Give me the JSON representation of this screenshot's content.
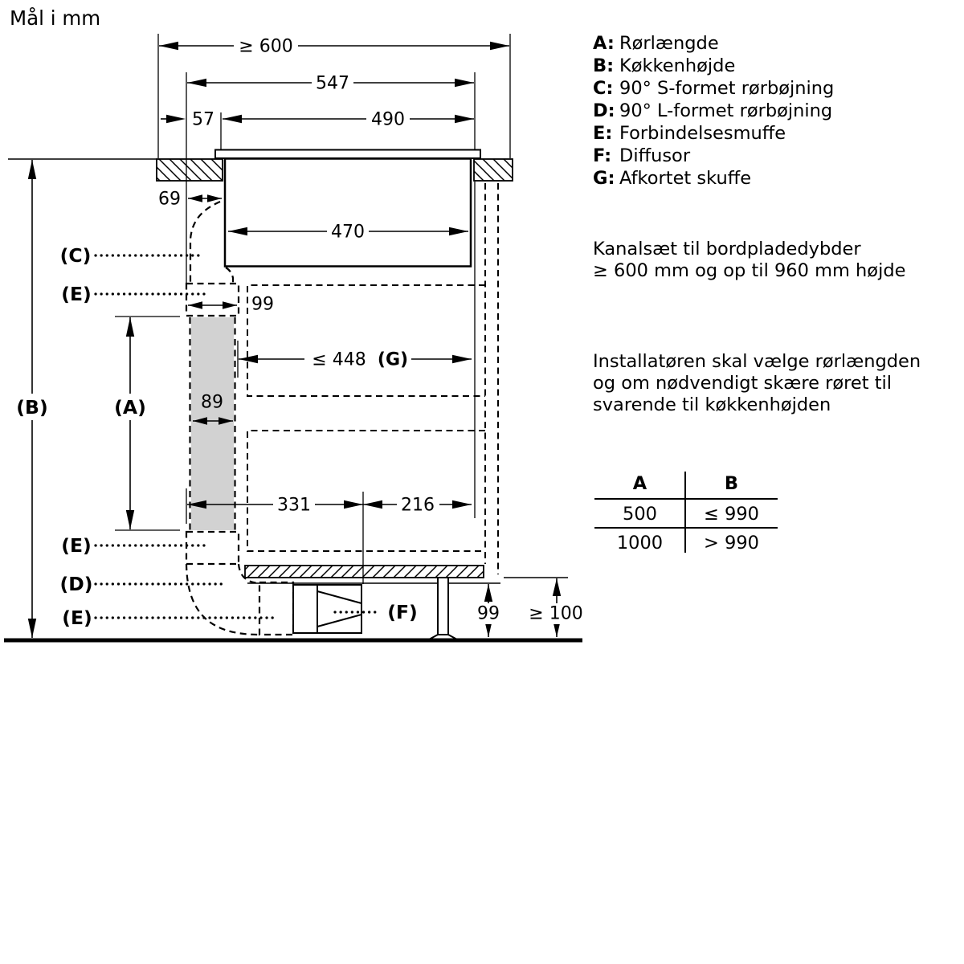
{
  "title": "Mål i mm",
  "legend": {
    "items": [
      {
        "key": "A:",
        "label": "Rørlængde"
      },
      {
        "key": "B:",
        "label": "Køkkenhøjde"
      },
      {
        "key": "C:",
        "label": "90° S-formet rørbøjning"
      },
      {
        "key": "D:",
        "label": "90° L-formet rørbøjning"
      },
      {
        "key": "E:",
        "label": "Forbindelsesmuffe"
      },
      {
        "key": "F:",
        "label": "Diffusor"
      },
      {
        "key": "G:",
        "label": "Afkortet skuffe"
      }
    ]
  },
  "notes": {
    "duct_line1": "Kanalsæt til bordpladedybder",
    "duct_line2": "≥ 600 mm og op til 960 mm højde",
    "installer_line1": "Installatøren skal vælge rørlængden",
    "installer_line2": "og om nødvendigt skære røret til",
    "installer_line3": "svarende til køkkenhøjden"
  },
  "table": {
    "headers": [
      "A",
      "B"
    ],
    "rows": [
      [
        "500",
        "≤ 990"
      ],
      [
        "1000",
        "> 990"
      ]
    ]
  },
  "dimensions": {
    "countertop_depth": "≥ 600",
    "hob_width": "547",
    "rear_offset": "57",
    "cutout_width": "490",
    "duct_offset": "69",
    "body_width": "470",
    "sleeve_width": "99",
    "drawer_depth": "≤ 448",
    "drawer_label": "(G)",
    "pipe_width": "89",
    "base_front": "331",
    "base_rear": "216",
    "recess_height": "99",
    "plinth_height": "≥ 100"
  },
  "labels": {
    "pipe_length": "(A)",
    "kitchen_height": "(B)",
    "s_bend": "(C)",
    "l_bend": "(D)",
    "sleeve": "(E)",
    "diffusor": "(F)"
  },
  "colors": {
    "line": "#000000",
    "pipe_fill": "#d2d2d2",
    "background": "#ffffff"
  }
}
